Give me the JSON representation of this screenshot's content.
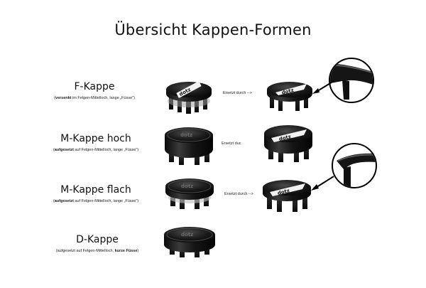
{
  "title": "Übersicht Kappen-Formen",
  "rows": [
    {
      "name": "F-Kappe",
      "note_open": "(",
      "note_bold": "versenkt",
      "note_rest": " im Felgen-Mittelloch, lange „Füsse\")",
      "replaced": "Ersetzt durch -->"
    },
    {
      "name": "M-Kappe hoch",
      "note_open": "(",
      "note_bold": "aufgesetzt",
      "note_rest": " auf Felgen-Mittelloch, lange „Füsse\")",
      "replaced": "Ersetzt duc"
    },
    {
      "name": "M-Kappe flach",
      "note_open": "(",
      "note_bold": "aufgesetzt",
      "note_rest": " auf Felgen-Mittelloch, lange „Füsse\")",
      "replaced": "Ersetzt durch -->"
    },
    {
      "name": "D-Kappe",
      "note_pre": "(aufgesetzt auf Felgen-Mittelloch, ",
      "note_bold": "kurze Füsse",
      "note_close": ")"
    }
  ],
  "cap_logo_text": "dotz"
}
